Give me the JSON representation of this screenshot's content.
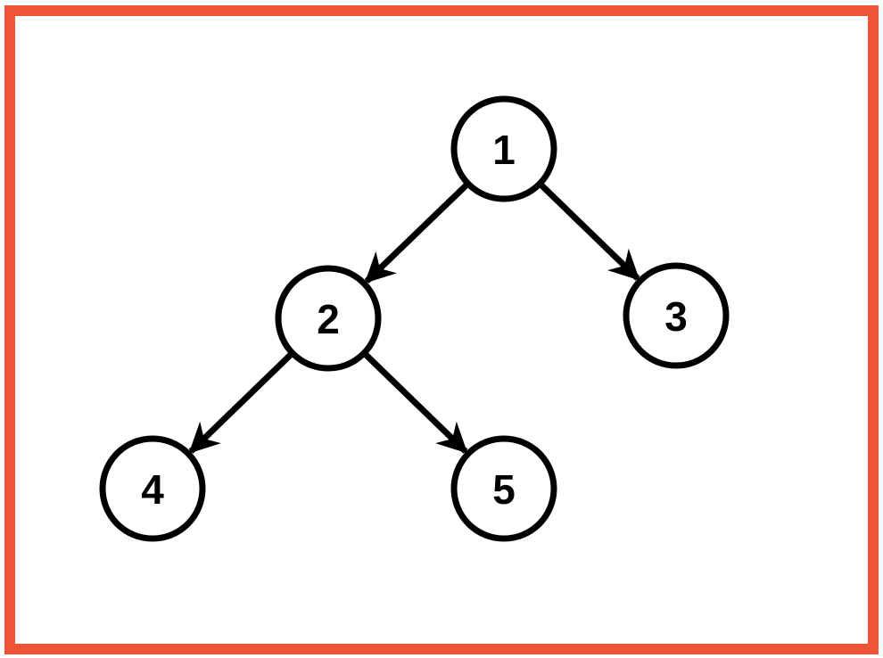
{
  "colors": {
    "frame": "#ee5538",
    "stroke": "#000000"
  },
  "nodes": [
    {
      "id": "1",
      "label": "1"
    },
    {
      "id": "2",
      "label": "2"
    },
    {
      "id": "3",
      "label": "3"
    },
    {
      "id": "4",
      "label": "4"
    },
    {
      "id": "5",
      "label": "5"
    }
  ],
  "edges": [
    {
      "from": "1",
      "to": "2"
    },
    {
      "from": "1",
      "to": "3"
    },
    {
      "from": "2",
      "to": "4"
    },
    {
      "from": "2",
      "to": "5"
    }
  ]
}
